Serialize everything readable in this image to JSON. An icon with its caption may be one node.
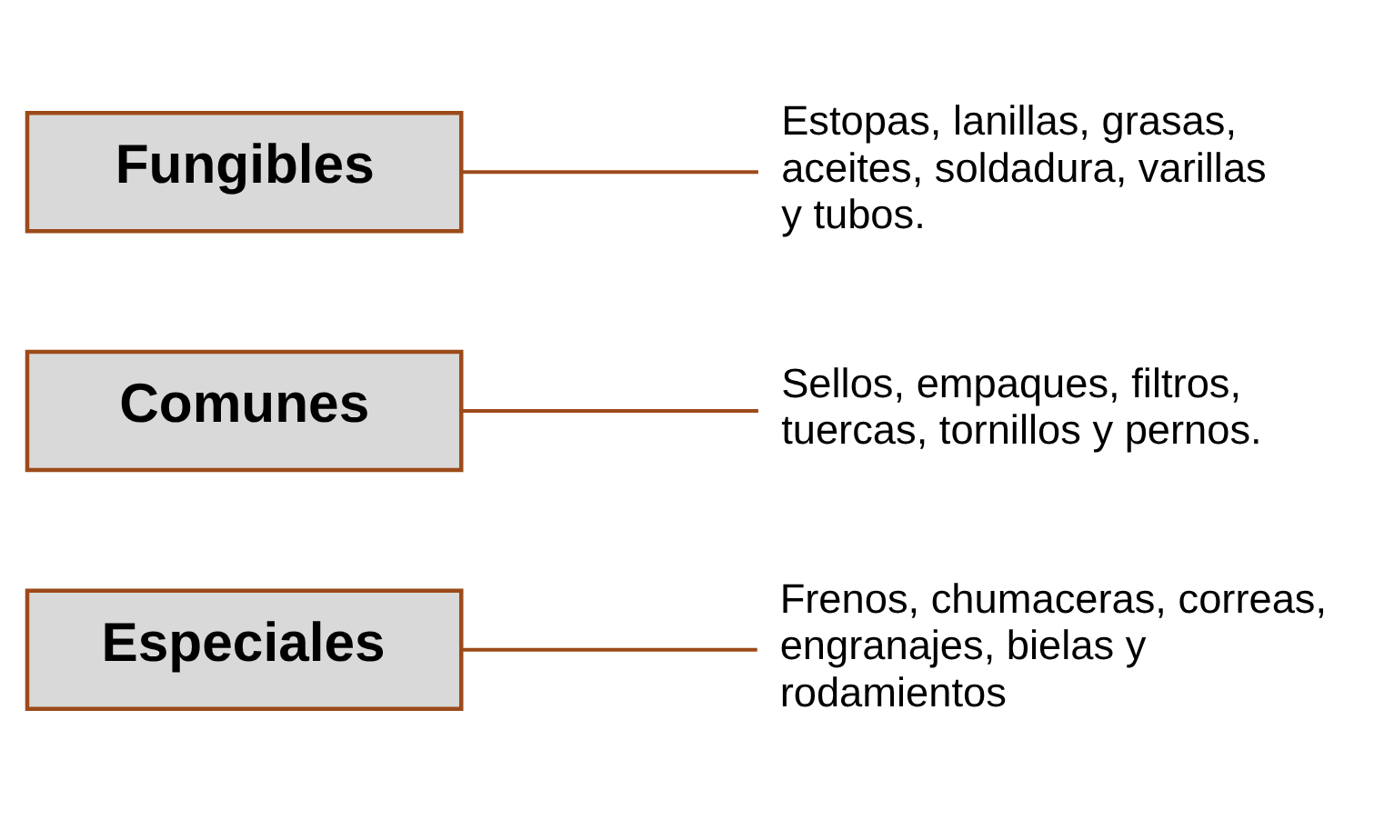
{
  "diagram": {
    "nodes": [
      {
        "text": [
          "Fungibles"
        ]
      },
      {
        "text": [
          "Estopas, lanillas, grasas, aceites, soldadura, varillas y tubos."
        ]
      },
      {
        "text": [
          "Comunes"
        ]
      },
      {
        "text": [
          "Sellos, empaques, filtros, tuercas, tornillos y pernos."
        ]
      },
      {
        "text": [
          "Especiales"
        ]
      },
      {
        "text": [
          "Frenos, chumaceras, correas, engranajes, bielas y rodamientos"
        ]
      }
    ],
    "edges": [
      {
        "from": 0,
        "to": 1,
        "arrow": "none"
      },
      {
        "from": 2,
        "to": 3,
        "arrow": "none"
      },
      {
        "from": 4,
        "to": 5,
        "arrow": "none"
      }
    ]
  }
}
